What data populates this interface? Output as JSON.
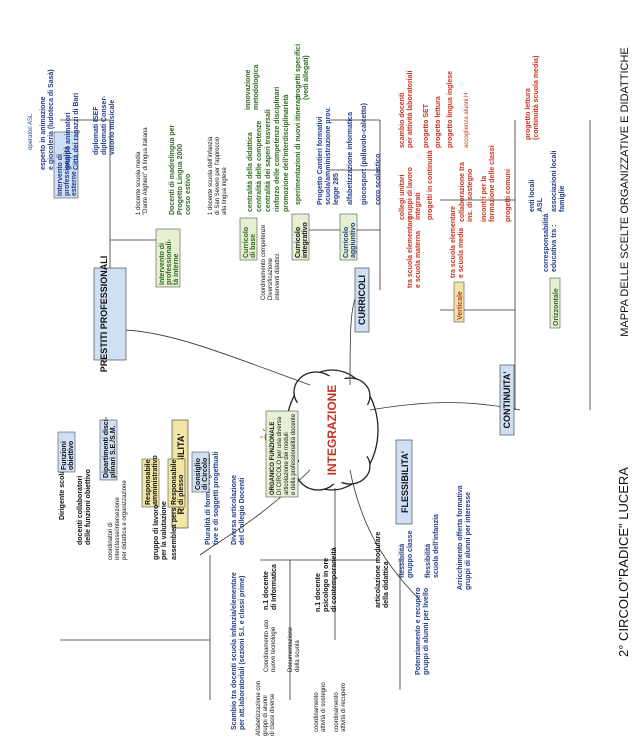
{
  "side_title": "2°  CIRCOLO\"RADICE\" LUCERA",
  "side_subtitle": "MAPPA DELLE SCELTE ORGANIZZATIVE E DIDATTICHE",
  "center": "INTEGRAZIONE",
  "branches": {
    "prestiti": "PRESTITI PROFESSIONALI",
    "curricoli": "CURRICOLI",
    "continuita": "CONTINUITA'",
    "flessibilita": "FLESSIBILITA'",
    "responsabilita": "RESPONSABILITA'"
  },
  "coordinamento": [
    "Coordinamento competenze",
    "Diversificazione",
    "interventi didattici"
  ],
  "prestiti": {
    "esterne": [
      "Intervento di",
      "professionalità",
      "esterne"
    ],
    "esterne_items": {
      "asl": "operatori ASL",
      "animazione": [
        "esperto in animazione",
        "e giocoleria (ludoteca di Sasà)"
      ],
      "animatori": [
        "gruppo animatori",
        "Città dei ragazzi di Bari"
      ],
      "isef": [
        "diplomati ISEF",
        "diplomati Conser-",
        "vatorio musicale"
      ]
    },
    "interne": [
      "Intervento di",
      "professionali-",
      "tà interne"
    ],
    "interne_items": {
      "media": [
        "1 docente scuola media",
        "\"Dante Alighieri\" di lingua italiana"
      ],
      "madrelingua": [
        "Docenti di madrelingua per",
        "Progetto Lingua 2000",
        "corso estivo"
      ],
      "infanzia": [
        "1 docente scuola dell'infanzia",
        "di San Severo per l'approccio",
        "alla lingua inglese"
      ]
    }
  },
  "curricoli": {
    "base": [
      "Curricolo",
      "di base"
    ],
    "base_items": [
      "centralità della didattica",
      "centralità delle competenze",
      "centralità dei saperi trasversali",
      "rinforzo delle competenze disciplinari",
      "promozione dell'interdisciplinarietà"
    ],
    "innovazione": [
      "innovazione",
      "metodologica"
    ],
    "integrativo": [
      "Curricolo",
      "integrativo"
    ],
    "integrativo_items": {
      "itinerari": "sperimentazioni di nuovi itinerari",
      "progetti_specifici": [
        "progetti specifici",
        "(vedi allegati)"
      ],
      "cantieri": [
        "Progetto Cantieri formativi",
        "scuola/amministrazione prov.",
        "legge 285"
      ]
    },
    "aggiuntivo": [
      "Curricolo",
      "aggiuntivo"
    ],
    "aggiuntivo_items": [
      "alfabetizzazione informatica",
      "giocosport (pallavolo-calcetto)",
      "coro scolastico"
    ]
  },
  "continuita": {
    "verticale": "Verticale",
    "orizzontale": "Orizzontale",
    "elementare_materna": [
      "tra scuola elementare",
      "e scuola materna"
    ],
    "elementare_media": [
      "tra scuola elementare",
      "e scuola media"
    ],
    "collegi": [
      "collegi unitari",
      "gruppi di lavoro",
      "integrati"
    ],
    "progetti_continuita": "progetti in continuità",
    "scambio": [
      "scambio docenti",
      "per attività laboratoriali"
    ],
    "set": "progetto SET",
    "lettura": "progetto lettura",
    "inglese": "progetto lingua inglese",
    "collaborazione": [
      "collaborazione tra",
      "ins. di sostegno"
    ],
    "accoglienza": "accoglienza alunni H",
    "incontri": [
      "incontri per la",
      "formazione delle classi"
    ],
    "comuni": "progetti comuni",
    "lettura_media": [
      "progetto lettura",
      "(continuità scuola media)"
    ],
    "corresponsabilita": [
      "corresponsabilità",
      "educativa tra :"
    ],
    "enti": [
      "enti locali",
      "ASL"
    ],
    "associazioni": [
      "associazioni locali",
      "famiglie"
    ]
  },
  "flessibilita": {
    "arricchimento": [
      "Arricchimento offerta formativa",
      "gruppi di alunni per interesse"
    ],
    "diversa": [
      "Diversa articolazione",
      "del Collegio Docenti"
    ],
    "pluralita": [
      "Pluralità di forme organizza-",
      "tive e di soggetti progettuali"
    ],
    "scambio": [
      "Scambio tra docenti scuola infanzia/elementare",
      "per att.laboratoriali (sezioni S.I. e classi prime)"
    ],
    "organico": [
      "ORGANICO FUNZIONALE",
      "DI CIRCOLO per una diversa",
      "articolazione dei moduli",
      "e della professionalità docente"
    ],
    "informatica": [
      "n.1 docente",
      "di Informatica"
    ],
    "psicologo": [
      "n.1 docente",
      "psicologo in ore",
      "di contemporaneità"
    ],
    "coord_tecnologie": [
      "Coordinamento uso",
      "nuove tecnologie"
    ],
    "documentazione": [
      "Documentazione",
      "della scuola"
    ],
    "alfabetizzazione": [
      "Alfabetizzazione con",
      "gruppi di alunni",
      "di classi diverse"
    ],
    "coord_sostegno": [
      "coordinamento",
      "attività di sostegno"
    ],
    "coord_recupero": [
      "coordinamento",
      "attività di recupero"
    ],
    "modulare": [
      "articolazione modulare",
      "della didattica"
    ],
    "potenziamento": [
      "Potenziamento e recupero",
      "gruppi di alunni per livello"
    ],
    "flex_classe": [
      "flessibilità",
      "gruppo classe"
    ],
    "flex_infanzia": [
      "flessibilità",
      "scuola dell'infanzia"
    ]
  },
  "responsabilita": {
    "dirigente": "Dirigente scolastico",
    "funzioni": [
      "Funzioni",
      "obiettivo"
    ],
    "dipartimenti": [
      "Dipartimenti disci-",
      "plinari S.E./S.M."
    ],
    "amministrativo": [
      "Responsabile",
      "amministrativo"
    ],
    "plesso": [
      "Responsabile",
      "di plesso"
    ],
    "consiglio": [
      "Consiglio",
      "di Circolo"
    ],
    "collaboratori": [
      "docenti collaboratori",
      "delle funzioni obiettivo"
    ],
    "coordinatori": [
      "coordinatori di",
      "interclasse/intersezione",
      "per didattica e organizzazione"
    ],
    "valutazione": [
      "gruppo di lavoro",
      "per la valutazione"
    ],
    "ata": "assemblea personale ATA"
  },
  "colors": {
    "red": "#c8321e",
    "blue": "#1f3d8a",
    "green": "#2e6b1f",
    "box_yellow": "#f2e6a6",
    "box_blue": "#cfe0f5"
  }
}
